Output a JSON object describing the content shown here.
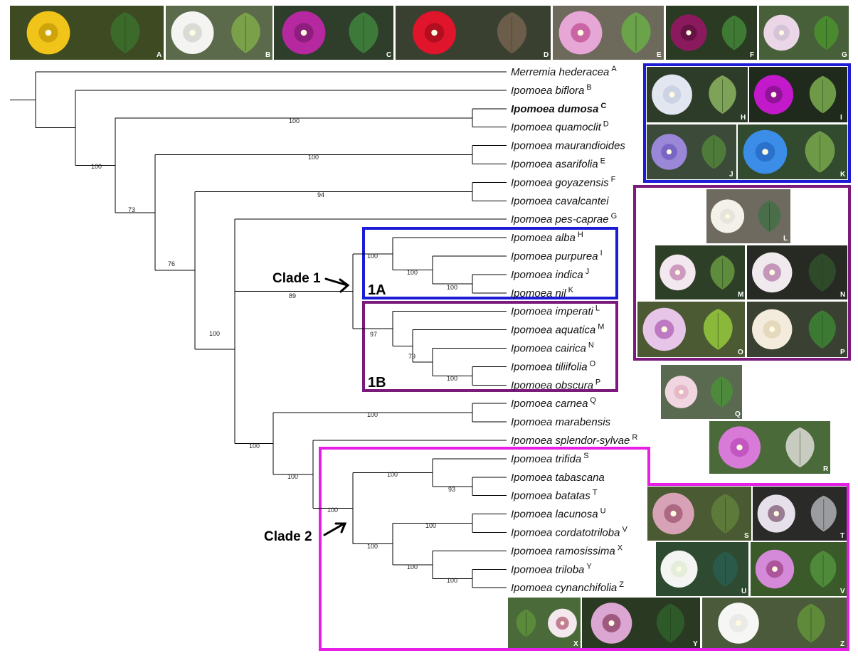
{
  "taxa": [
    {
      "name": "Merremia hederacea",
      "sup": "A",
      "bold": false
    },
    {
      "name": "Ipomoea biflora",
      "sup": "B",
      "bold": false
    },
    {
      "name": "Ipomoea dumosa",
      "sup": "C",
      "bold": true
    },
    {
      "name": "Ipomoea quamoclit",
      "sup": "D",
      "bold": false
    },
    {
      "name": "Ipomoea maurandioides",
      "sup": "",
      "bold": false
    },
    {
      "name": "Ipomoea asarifolia",
      "sup": "E",
      "bold": false
    },
    {
      "name": "Ipomoea goyazensis",
      "sup": "F",
      "bold": false
    },
    {
      "name": "Ipomoea cavalcantei",
      "sup": "",
      "bold": false
    },
    {
      "name": "Ipomoea pes-caprae",
      "sup": "G",
      "bold": false
    },
    {
      "name": "Ipomoea alba",
      "sup": "H",
      "bold": false
    },
    {
      "name": "Ipomoea purpurea",
      "sup": "I",
      "bold": false
    },
    {
      "name": "Ipomoea indica",
      "sup": "J",
      "bold": false
    },
    {
      "name": "Ipomoea nil",
      "sup": "K",
      "bold": false
    },
    {
      "name": "Ipomoea imperati",
      "sup": "L",
      "bold": false
    },
    {
      "name": "Ipomoea aquatica",
      "sup": "M",
      "bold": false
    },
    {
      "name": "Ipomoea cairica",
      "sup": "N",
      "bold": false
    },
    {
      "name": "Ipomoea tiliifolia",
      "sup": "O",
      "bold": false
    },
    {
      "name": "Ipomoea obscura",
      "sup": "P",
      "bold": false
    },
    {
      "name": "Ipomoea carnea",
      "sup": "Q",
      "bold": false
    },
    {
      "name": "Ipomoea marabensis",
      "sup": "",
      "bold": false
    },
    {
      "name": "Ipomoea splendor-sylvae",
      "sup": "R",
      "bold": false
    },
    {
      "name": "Ipomoea trifida",
      "sup": "S",
      "bold": false
    },
    {
      "name": "Ipomoea tabascana",
      "sup": "",
      "bold": false
    },
    {
      "name": "Ipomoea batatas",
      "sup": "T",
      "bold": false
    },
    {
      "name": "Ipomoea lacunosa",
      "sup": "U",
      "bold": false
    },
    {
      "name": "Ipomoea cordatotriloba",
      "sup": "V",
      "bold": false
    },
    {
      "name": "Ipomoea ramosissima",
      "sup": "X",
      "bold": false
    },
    {
      "name": "Ipomoea triloba",
      "sup": "Y",
      "bold": false
    },
    {
      "name": "Ipomoea cynanchifolia",
      "sup": "Z",
      "bold": false
    }
  ],
  "bootstrap": [
    "100",
    "100",
    "100",
    "73",
    "94",
    "76",
    "100",
    "89",
    "100",
    "100",
    "100",
    "97",
    "79",
    "100",
    "100",
    "100",
    "100",
    "100",
    "93",
    "100",
    "100",
    "100",
    "100"
  ],
  "clades": {
    "clade1": "Clade 1",
    "clade1a": "1A",
    "clade1b": "1B",
    "clade2": "Clade 2"
  },
  "photo_letters": [
    "A",
    "B",
    "C",
    "D",
    "E",
    "F",
    "G",
    "H",
    "I",
    "J",
    "K",
    "L",
    "M",
    "N",
    "O",
    "P",
    "Q",
    "R",
    "S",
    "T",
    "U",
    "V",
    "X",
    "Y",
    "Z"
  ],
  "colors": {
    "clade1a_box": "#1c1cd6",
    "clade1b_box": "#7b1a7b",
    "clade2_box": "#e61ee6",
    "branch": "#000000"
  }
}
